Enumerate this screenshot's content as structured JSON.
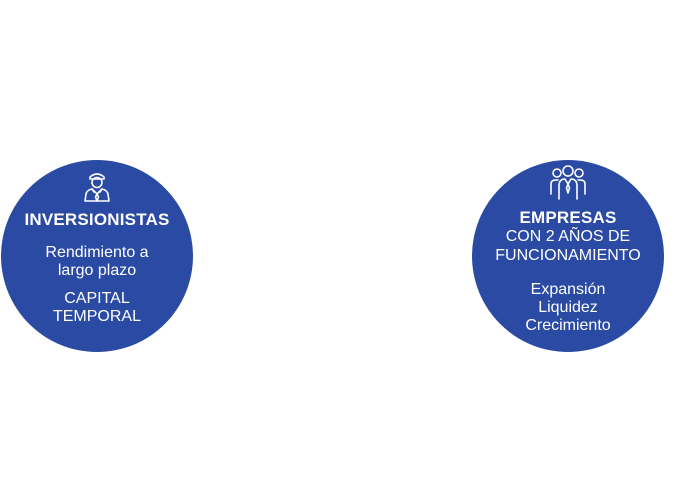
{
  "left_circle": {
    "title": "INVERSIONISTAS",
    "lines": [
      "Rendimiento a",
      "largo plazo",
      "CAPITAL",
      "TEMPORAL"
    ],
    "icon": "investor-person-icon"
  },
  "right_circle": {
    "title": "EMPRESAS",
    "lines": [
      "CON 2 AÑOS DE",
      "FUNCIONAMIENTO",
      "Expansión",
      "Liquidez",
      "Crecimiento"
    ],
    "icon": "business-group-icon"
  },
  "colors": {
    "circle_fill": "#2a4aa3",
    "text": "#ffffff",
    "background": "#ffffff"
  }
}
